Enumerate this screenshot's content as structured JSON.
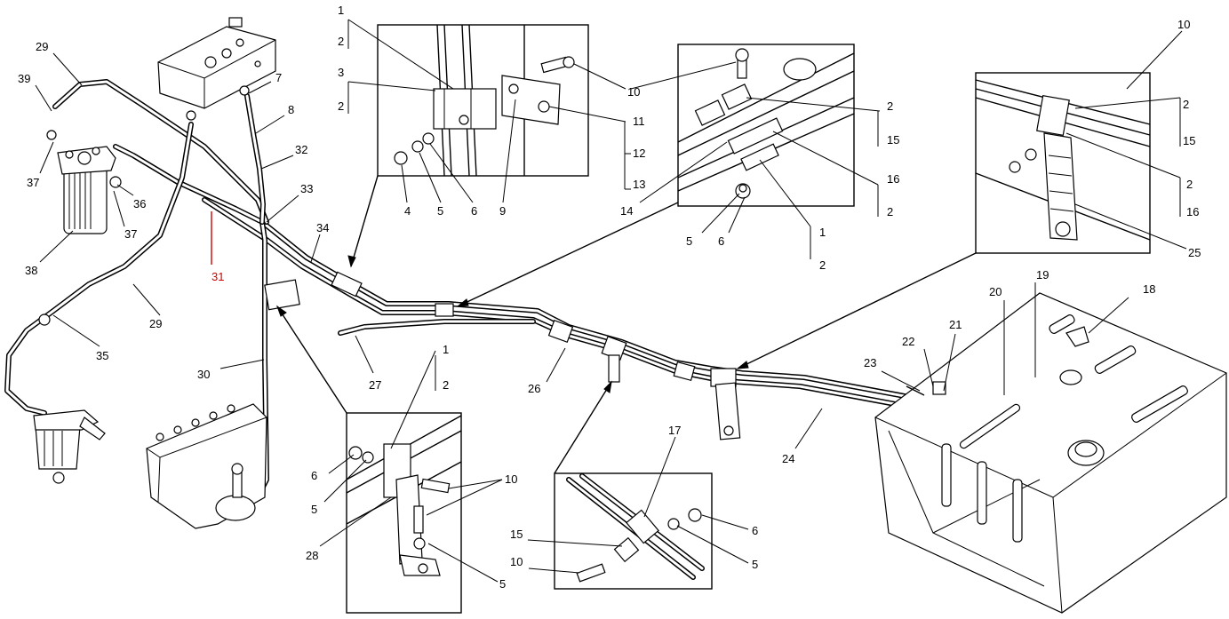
{
  "diagram": {
    "callouts": [
      {
        "id": "c-29a",
        "text": "29"
      },
      {
        "id": "c-39",
        "text": "39"
      },
      {
        "id": "c-37a",
        "text": "37"
      },
      {
        "id": "c-36",
        "text": "36"
      },
      {
        "id": "c-37b",
        "text": "37"
      },
      {
        "id": "c-38",
        "text": "38"
      },
      {
        "id": "c-31",
        "text": "31",
        "highlight": true
      },
      {
        "id": "c-29b",
        "text": "29"
      },
      {
        "id": "c-35",
        "text": "35"
      },
      {
        "id": "c-30",
        "text": "30"
      },
      {
        "id": "c-7",
        "text": "7"
      },
      {
        "id": "c-8",
        "text": "8"
      },
      {
        "id": "c-32",
        "text": "32"
      },
      {
        "id": "c-33",
        "text": "33"
      },
      {
        "id": "c-34",
        "text": "34"
      },
      {
        "id": "c-27",
        "text": "27"
      },
      {
        "id": "c-1a",
        "text": "1"
      },
      {
        "id": "c-2a",
        "text": "2"
      },
      {
        "id": "c-3",
        "text": "3"
      },
      {
        "id": "c-2b",
        "text": "2"
      },
      {
        "id": "c-4",
        "text": "4"
      },
      {
        "id": "c-5a",
        "text": "5"
      },
      {
        "id": "c-6a",
        "text": "6"
      },
      {
        "id": "c-9",
        "text": "9"
      },
      {
        "id": "c-10a",
        "text": "10"
      },
      {
        "id": "c-11",
        "text": "11"
      },
      {
        "id": "c-12",
        "text": "12"
      },
      {
        "id": "c-13",
        "text": "13"
      },
      {
        "id": "c-14",
        "text": "14"
      },
      {
        "id": "c-2c",
        "text": "2"
      },
      {
        "id": "c-15a",
        "text": "15"
      },
      {
        "id": "c-16a",
        "text": "16"
      },
      {
        "id": "c-2d",
        "text": "2"
      },
      {
        "id": "c-1b",
        "text": "1"
      },
      {
        "id": "c-2e",
        "text": "2"
      },
      {
        "id": "c-5b",
        "text": "5"
      },
      {
        "id": "c-6b",
        "text": "6"
      },
      {
        "id": "c-10b",
        "text": "10"
      },
      {
        "id": "c-2f",
        "text": "2"
      },
      {
        "id": "c-15b",
        "text": "15"
      },
      {
        "id": "c-2g",
        "text": "2"
      },
      {
        "id": "c-16b",
        "text": "16"
      },
      {
        "id": "c-25",
        "text": "25"
      },
      {
        "id": "c-18",
        "text": "18"
      },
      {
        "id": "c-19",
        "text": "19"
      },
      {
        "id": "c-20",
        "text": "20"
      },
      {
        "id": "c-21",
        "text": "21"
      },
      {
        "id": "c-22",
        "text": "22"
      },
      {
        "id": "c-23",
        "text": "23"
      },
      {
        "id": "c-24",
        "text": "24"
      },
      {
        "id": "c-26",
        "text": "26"
      },
      {
        "id": "c-1c",
        "text": "1"
      },
      {
        "id": "c-2h",
        "text": "2"
      },
      {
        "id": "c-6c",
        "text": "6"
      },
      {
        "id": "c-5c",
        "text": "5"
      },
      {
        "id": "c-10c",
        "text": "10"
      },
      {
        "id": "c-28",
        "text": "28"
      },
      {
        "id": "c-5d",
        "text": "5"
      },
      {
        "id": "c-17",
        "text": "17"
      },
      {
        "id": "c-15c",
        "text": "15"
      },
      {
        "id": "c-10d",
        "text": "10"
      },
      {
        "id": "c-6d",
        "text": "6"
      },
      {
        "id": "c-5e",
        "text": "5"
      }
    ],
    "colors": {
      "ink": "#000000",
      "paper": "#ffffff",
      "highlight": "#d00000"
    }
  }
}
